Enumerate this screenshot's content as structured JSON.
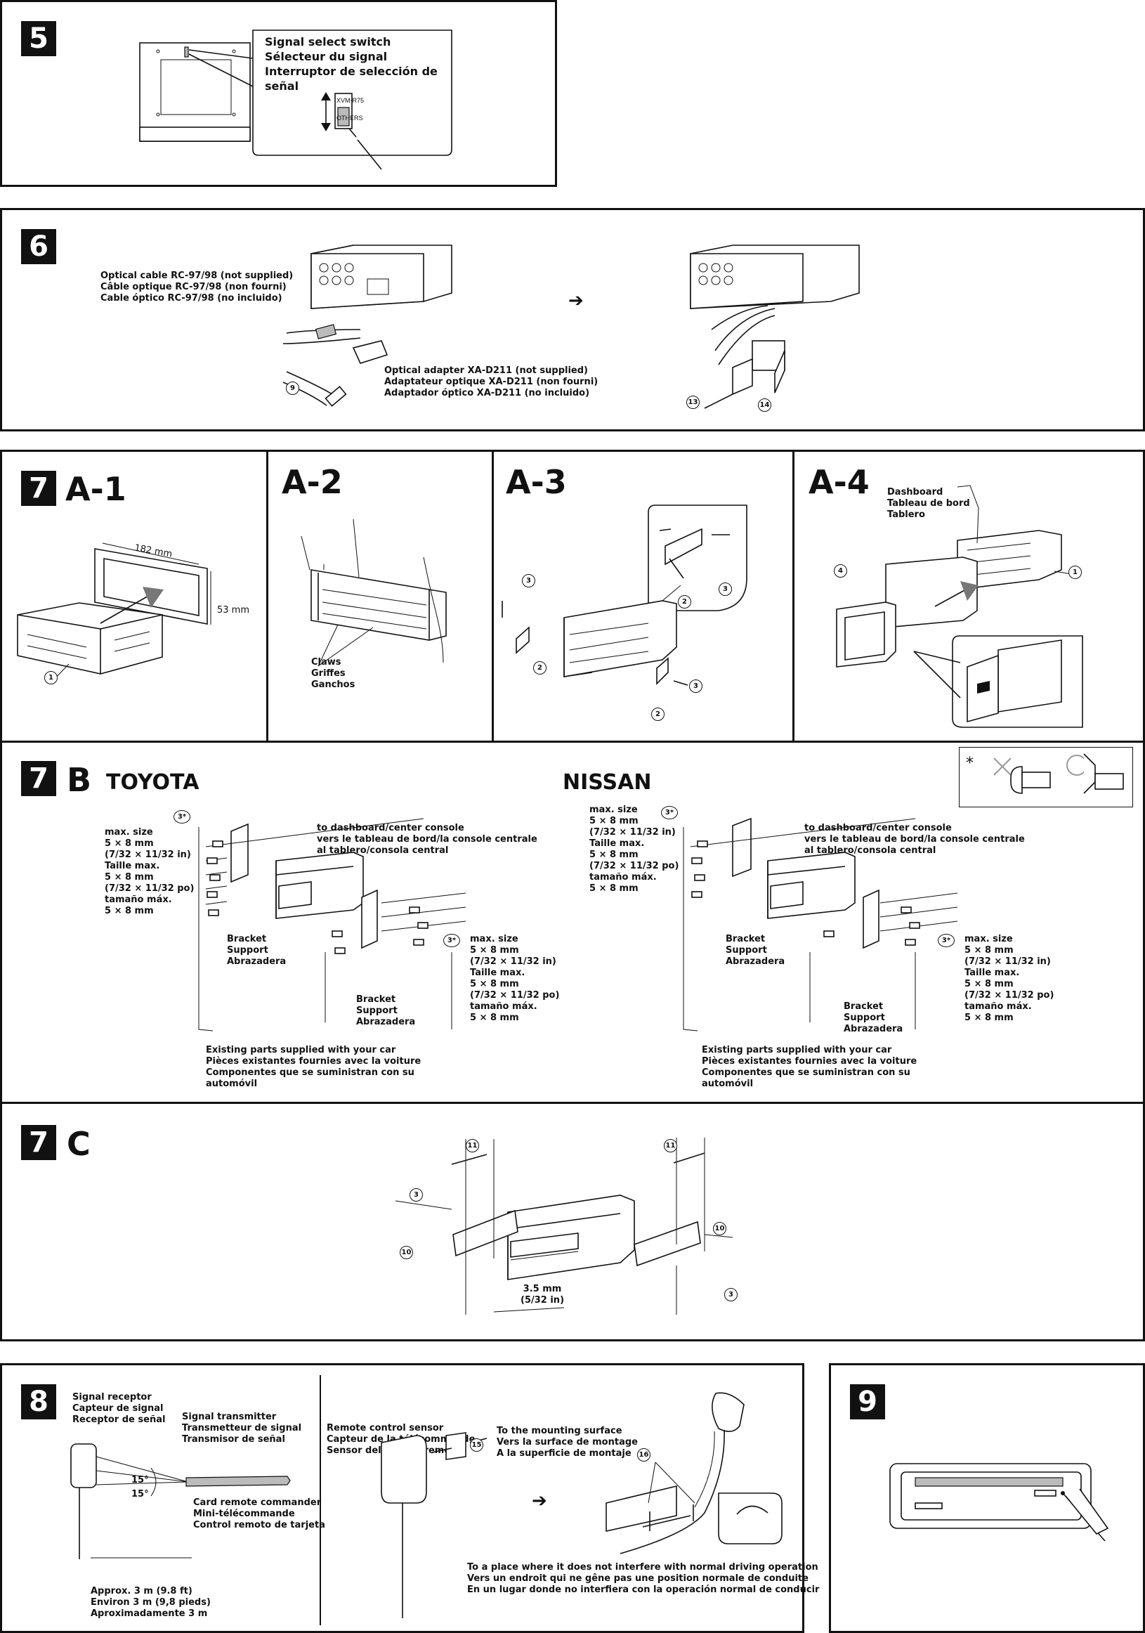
{
  "section5": {
    "number": "5",
    "label": [
      "Signal select switch",
      "Sélecteur du signal",
      "Interruptor de selección de",
      "señal"
    ],
    "switch_top": "XVM-R75",
    "switch_bottom": "OTHERS"
  },
  "section6": {
    "number": "6",
    "cable_label": [
      "Optical cable RC-97/98 (not supplied)",
      "Câble optique RC-97/98 (non fourni)",
      "Cable óptico RC-97/98 (no incluido)"
    ],
    "adapter_label": [
      "Optical adapter XA-D211 (not supplied)",
      "Adaptateur optique XA-D211 (non fourni)",
      "Adaptador óptico XA-D211 (no incluido)"
    ],
    "callouts": [
      "9",
      "13",
      "14"
    ]
  },
  "section7a": {
    "number": "7",
    "panels": [
      "A-1",
      "A-2",
      "A-3",
      "A-4"
    ],
    "dim_width": "182 mm",
    "dim_height": "53 mm",
    "claws_label": [
      "Claws",
      "Griffes",
      "Ganchos"
    ],
    "dashboard_label": [
      "Dashboard",
      "Tableau de bord",
      "Tablero"
    ],
    "callouts": [
      "1",
      "2",
      "3",
      "4"
    ]
  },
  "section7b": {
    "number": "7",
    "letter": "B",
    "toyota": "TOYOTA",
    "nissan": "NISSAN",
    "max_size": [
      "max. size",
      "5 × 8 mm",
      "(7/32 × 11/32 in)",
      "Taille max.",
      "5 × 8 mm",
      "(7/32 × 11/32 po)",
      "tamaño máx.",
      "5 × 8 mm"
    ],
    "to_dashboard": [
      "to dashboard/center console",
      "vers le tableau de bord/la console centrale",
      "al tablero/consola central"
    ],
    "bracket": [
      "Bracket",
      "Support",
      "Abrazadera"
    ],
    "existing": [
      "Existing parts supplied with your car",
      "Pièces existantes fournies avec la voiture",
      "Componentes que se suministran con su",
      "automóvil"
    ],
    "asterisk": "*",
    "screw_callout": "3*"
  },
  "section7c": {
    "number": "7",
    "letter": "C",
    "gap_label": [
      "3.5 mm",
      "(5/32 in)"
    ],
    "callouts": [
      "3",
      "10",
      "11"
    ]
  },
  "section8": {
    "number": "8",
    "receptor": [
      "Signal receptor",
      "Capteur de signal",
      "Receptor de señal"
    ],
    "transmitter": [
      "Signal transmitter",
      "Transmetteur de signal",
      "Transmisor de señal"
    ],
    "angle_top": "15°",
    "angle_bottom": "15°",
    "card_remote": [
      "Card remote commander",
      "Mini-télécommande",
      "Control remoto de tarjeta"
    ],
    "distance": [
      "Approx. 3 m (9.8 ft)",
      "Environ 3 m (9,8 pieds)",
      "Aproximadamente 3 m"
    ],
    "sensor": [
      "Remote control sensor",
      "Capteur de la télécommande",
      "Sensor del control remoto"
    ],
    "mounting": [
      "To the mounting surface",
      "Vers la surface de montage",
      "A la superficie de montaje"
    ],
    "place": [
      "To a place where it does not interfere with normal driving operation",
      "Vers un endroit qui ne gêne pas une position normale de conduite",
      "En un lugar donde no interfiera con la operación normal de conducir"
    ],
    "callouts": [
      "15",
      "16"
    ]
  },
  "section9": {
    "number": "9"
  }
}
